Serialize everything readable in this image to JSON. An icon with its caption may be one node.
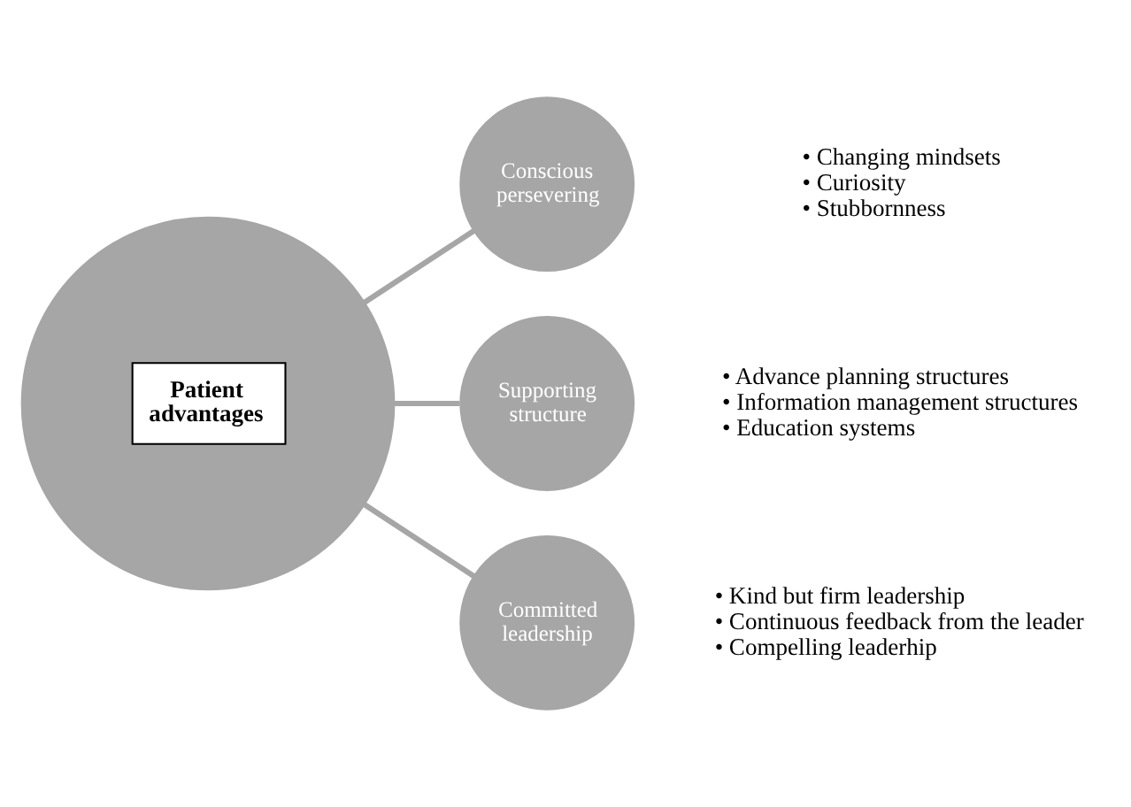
{
  "diagram": {
    "nodes": [
      {
        "text": [],
        "shape": "circle"
      },
      {
        "text": [
          "Patient advantages"
        ],
        "in": 0
      },
      {
        "text": [
          "Conscious persevering"
        ],
        "beside": [
          "• Changing mindsets",
          "• Curiosity",
          "• Stubbornness"
        ]
      },
      {
        "text": [
          "Supporting structure"
        ],
        "beside": [
          "• Advance planning structures",
          "• Information management structures",
          "• Education systems"
        ]
      },
      {
        "text": [
          "Committed leadership"
        ],
        "beside": [
          "• Kind but firm leadership",
          "• Continuous feedback from the leader",
          "• Compelling leaderhip"
        ]
      }
    ],
    "edges": [
      {
        "from": 0,
        "to": 2,
        "arrow": "none"
      },
      {
        "from": 0,
        "to": 3,
        "arrow": "none"
      },
      {
        "from": 0,
        "to": 4,
        "arrow": "none"
      }
    ]
  }
}
